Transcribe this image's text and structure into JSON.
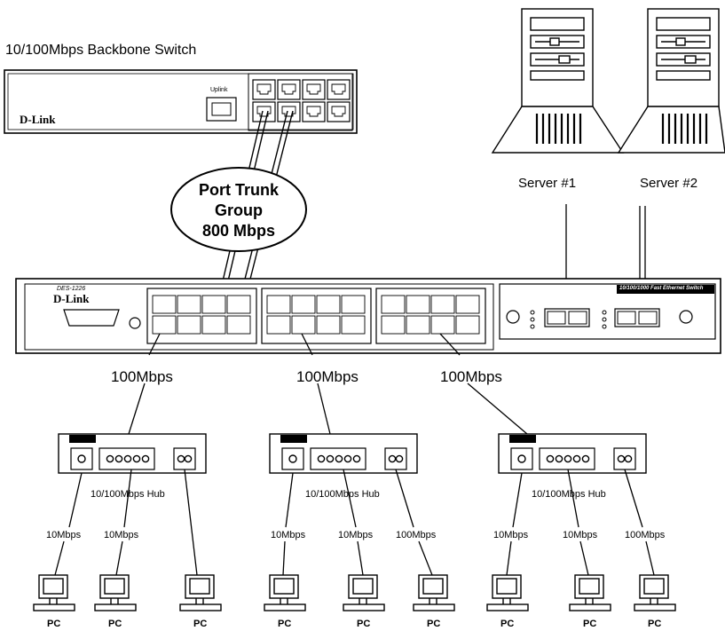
{
  "title": "10/100Mbps Backbone Switch",
  "backbone": {
    "brand": "D-Link",
    "uplink_label": "Uplink"
  },
  "trunk": {
    "line1": "Port Trunk",
    "line2": "Group",
    "line3": "800 Mbps"
  },
  "servers": [
    {
      "label": "Server #1"
    },
    {
      "label": "Server #2"
    }
  ],
  "main_switch": {
    "brand": "D-Link",
    "model": "DES-1226",
    "module_label": "10/100/1000 Fast Ethernet Switch"
  },
  "uplinks": [
    {
      "label": "100Mbps"
    },
    {
      "label": "100Mbps"
    },
    {
      "label": "100Mbps"
    }
  ],
  "hubs": [
    {
      "label": "10/100Mbps Hub",
      "links": [
        "10Mbps",
        "10Mbps"
      ],
      "pcs": [
        "PC",
        "PC",
        "PC"
      ]
    },
    {
      "label": "10/100Mbps Hub",
      "links": [
        "10Mbps",
        "10Mbps",
        "100Mbps"
      ],
      "pcs": [
        "PC",
        "PC",
        "PC"
      ]
    },
    {
      "label": "10/100Mbps Hub",
      "links": [
        "10Mbps",
        "10Mbps",
        "100Mbps"
      ],
      "pcs": [
        "PC",
        "PC",
        "PC"
      ]
    }
  ]
}
